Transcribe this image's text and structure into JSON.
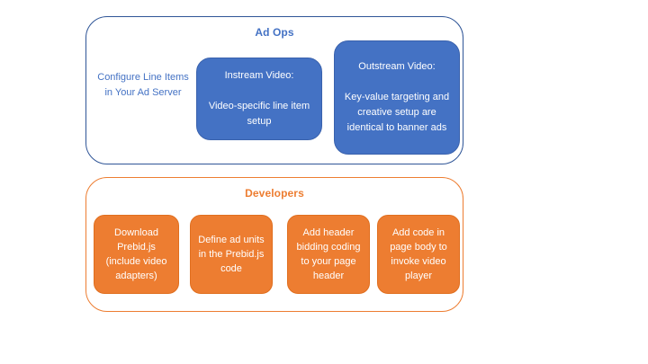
{
  "colors": {
    "blue_fill": "#4472C4",
    "blue_outline": "#2F5597",
    "blue_text": "#4472C4",
    "orange_fill": "#ED7D31",
    "orange_outline": "#ED7D31",
    "box_text": "#FFFFFF",
    "background": "#FFFFFF"
  },
  "adops": {
    "title": "Ad Ops",
    "side_note": "Configure Line Items in Your Ad Server",
    "instream": {
      "heading": "Instream Video:",
      "body": "Video-specific line item setup"
    },
    "outstream": {
      "heading": "Outstream Video:",
      "body": "Key-value targeting and creative setup are identical to banner ads"
    }
  },
  "developers": {
    "title": "Developers",
    "steps": [
      {
        "label": "Download Prebid.js (include video adapters)"
      },
      {
        "label": "Define ad units in the Prebid.js code"
      },
      {
        "label": "Add header bidding coding to your page header"
      },
      {
        "label": "Add code in page body to invoke video player"
      }
    ]
  }
}
